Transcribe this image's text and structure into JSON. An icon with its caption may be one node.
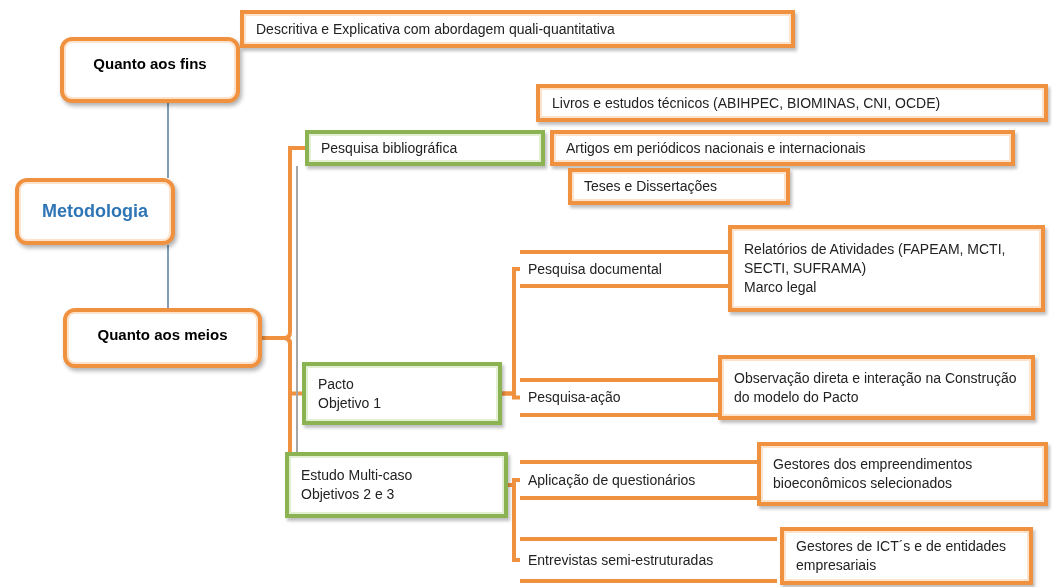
{
  "diagram": {
    "nodes": [
      {
        "text": [
          "Metodologia"
        ]
      },
      {
        "text": [
          "Quanto aos fins"
        ]
      },
      {
        "text": [
          "Descritiva e Explicativa com abordagem quali-quantitativa"
        ]
      },
      {
        "text": [
          "Quanto aos meios"
        ]
      },
      {
        "text": [
          "Pesquisa bibliográfica"
        ]
      },
      {
        "text": [
          "Livros e estudos técnicos (ABIHPEC, BIOMINAS, CNI, OCDE)"
        ]
      },
      {
        "text": [
          "Artigos em periódicos nacionais e internacionais"
        ]
      },
      {
        "text": [
          "Teses e Dissertações"
        ]
      },
      {
        "text": [
          "Pacto",
          "Objetivo 1"
        ]
      },
      {
        "text": [
          "Estudo Multi-caso",
          "Objetivos 2 e 3"
        ]
      },
      {
        "text": [
          "Pesquisa documental"
        ]
      },
      {
        "text": [
          "Relatórios de Atividades (FAPEAM, MCTI, SECTI, SUFRAMA)",
          "Marco legal"
        ]
      },
      {
        "text": [
          "Pesquisa-ação"
        ]
      },
      {
        "text": [
          "Observação direta e interação na Construção do modelo do Pacto"
        ]
      },
      {
        "text": [
          "Aplicação de questionários"
        ]
      },
      {
        "text": [
          "Gestores dos empreendimentos bioeconômicos selecionados"
        ]
      },
      {
        "text": [
          "Entrevistas semi-estruturadas"
        ]
      },
      {
        "text": [
          "Gestores de ICT´s e de entidades empresariais"
        ]
      }
    ],
    "edges": [
      {
        "from": 0,
        "to": 1,
        "arrow": "none",
        "color": "#7f9db9"
      },
      {
        "from": 0,
        "to": 3,
        "arrow": "none",
        "color": "#7f9db9"
      },
      {
        "from": 3,
        "to": 4,
        "arrow": "none"
      },
      {
        "from": 3,
        "to": 8,
        "arrow": "none"
      },
      {
        "from": 3,
        "to": 9,
        "arrow": "none"
      },
      {
        "from": 4,
        "to": 9,
        "arrow": "none",
        "color": "#a6a6a6"
      },
      {
        "from": 8,
        "to": 10,
        "arrow": "none"
      },
      {
        "from": 8,
        "to": 12,
        "arrow": "none"
      },
      {
        "from": 9,
        "to": 14,
        "arrow": "none"
      },
      {
        "from": 9,
        "to": 16,
        "arrow": "none"
      }
    ]
  }
}
